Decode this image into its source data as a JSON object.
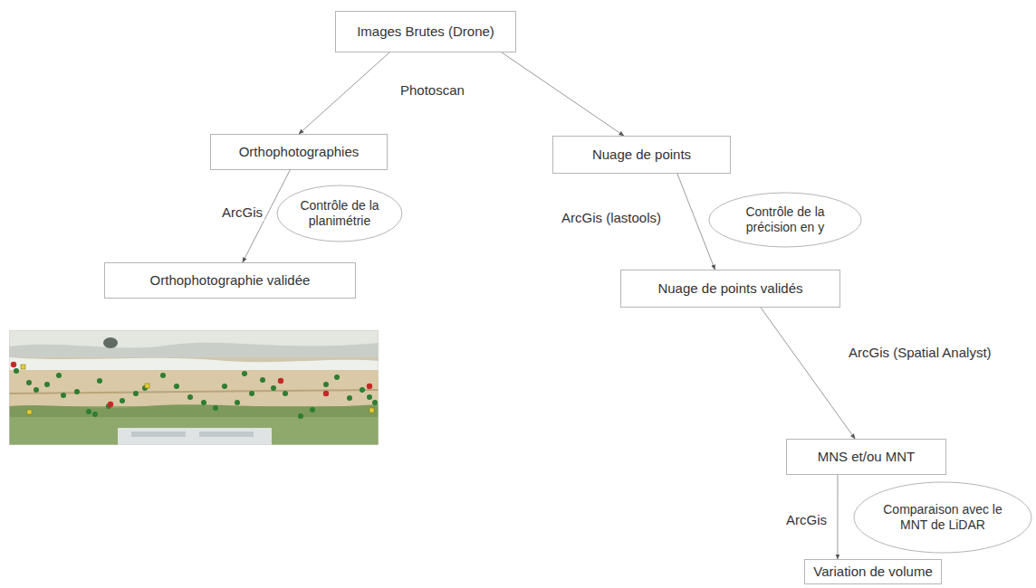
{
  "diagram": {
    "nodes": [
      {
        "text": [
          "Images Brutes (Drone)"
        ]
      },
      {
        "text": [
          "Orthophotographies"
        ]
      },
      {
        "text": [
          "Nuage de points"
        ]
      },
      {
        "text": [
          "Contrôle de la planimétrie"
        ]
      },
      {
        "text": [
          "Contrôle de la précision en y"
        ]
      },
      {
        "text": [
          "Orthophotographie validée"
        ]
      },
      {
        "text": [
          "Nuage de points validés"
        ]
      },
      {
        "text": [
          "MNS et/ou MNT"
        ]
      },
      {
        "text": [
          "Comparaison avec le MNT de LiDAR"
        ]
      },
      {
        "text": [
          "Variation de volume"
        ]
      }
    ],
    "edges": [
      {
        "from": 0,
        "to": 1,
        "arrow": "to"
      },
      {
        "from": 0,
        "to": 2,
        "arrow": "to"
      },
      {
        "from": 1,
        "to": 5,
        "label": "ArcGis",
        "arrow": "to"
      },
      {
        "from": 2,
        "to": 6,
        "label": "ArcGis (lastools)",
        "arrow": "to"
      },
      {
        "from": 6,
        "to": 7,
        "label": "ArcGis (Spatial Analyst)",
        "arrow": "to"
      },
      {
        "from": 7,
        "to": 9,
        "label": "ArcGis",
        "arrow": "to"
      }
    ],
    "labels": [
      "Photoscan"
    ]
  }
}
